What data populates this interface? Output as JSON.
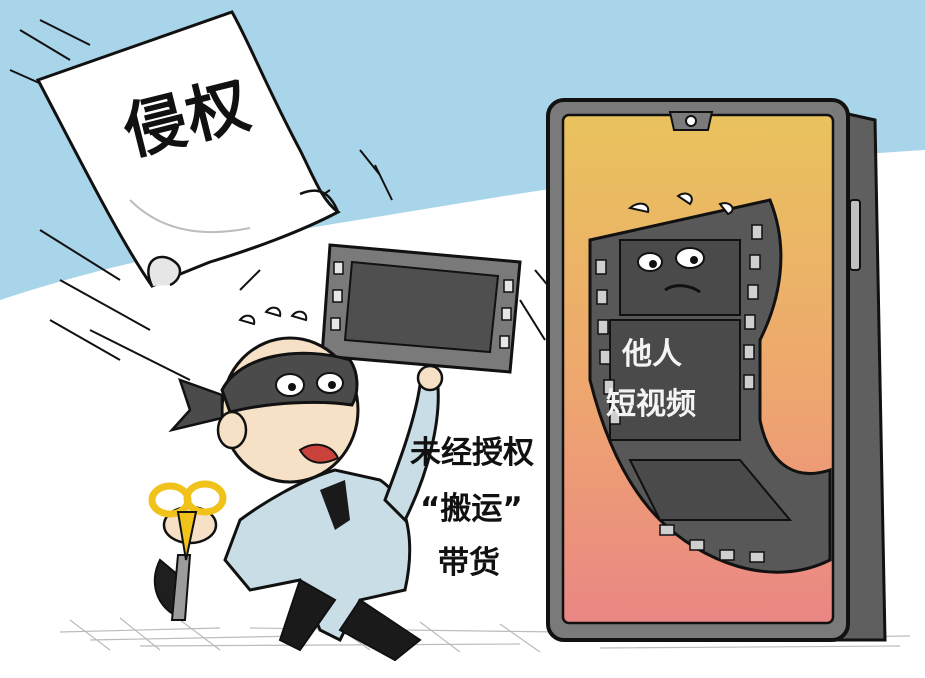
{
  "paper": {
    "title": "侵权"
  },
  "slogan": {
    "line1": "未经授权",
    "line2": "“搬运”",
    "line3": "带货"
  },
  "phone_screen": {
    "line1": "他人",
    "line2": "短视频"
  },
  "icons": {
    "phone": "smartphone-icon",
    "film_strip": "film-strip-icon",
    "scissors": "scissors-icon",
    "paper": "paper-sheet-icon"
  },
  "colors": {
    "sky": "#a9d5ea",
    "screen_top": "#e8c15a",
    "screen_bottom": "#ec8a86",
    "phone_frame": "#777777",
    "film": "#5a5a5a",
    "thief_shirt": "#c9dde6",
    "scissors": "#f0c21a"
  }
}
